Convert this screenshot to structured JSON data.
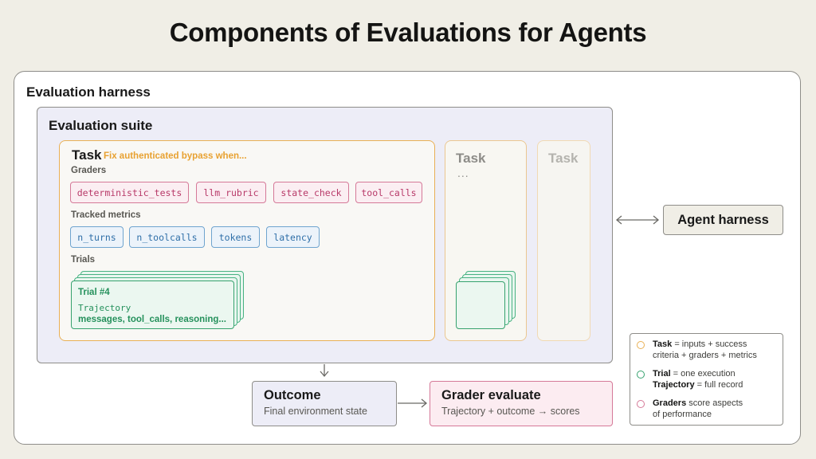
{
  "title": "Components of Evaluations for Agents",
  "harness_label": "Evaluation harness",
  "suite_label": "Evaluation suite",
  "task": {
    "title": "Task",
    "subtitle": "Fix authenticated bypass when...",
    "graders_label": "Graders",
    "graders": [
      "deterministic_tests",
      "llm_rubric",
      "state_check",
      "tool_calls"
    ],
    "metrics_label": "Tracked metrics",
    "metrics": [
      "n_turns",
      "n_toolcalls",
      "tokens",
      "latency"
    ],
    "trials_label": "Trials",
    "trial": {
      "title": "Trial #4",
      "trajectory": "Trajectory",
      "detail": "messages, tool_calls, reasoning..."
    }
  },
  "task2": {
    "title": "Task",
    "dots": "..."
  },
  "task3": {
    "title": "Task"
  },
  "agent_harness": "Agent harness",
  "outcome": {
    "title": "Outcome",
    "subtitle": "Final environment state"
  },
  "grader": {
    "title": "Grader evaluate",
    "subtitle": "Trajectory + outcome → scores"
  },
  "legend": {
    "task_term": "Task",
    "task_line1": " = inputs + success",
    "task_line2": "criteria + graders + metrics",
    "trial_term": "Trial",
    "trial_line1": " = one execution",
    "traj_term": "Trajectory",
    "traj_line": " = full record",
    "graders_term": "Graders",
    "graders_line1": " score aspects",
    "graders_line2": "of performance"
  },
  "colors": {
    "task": "#e9b055",
    "trial": "#36a26e",
    "grader": "#d57998",
    "metric": "#6fa4cf",
    "suite_bg": "#ededf7"
  }
}
